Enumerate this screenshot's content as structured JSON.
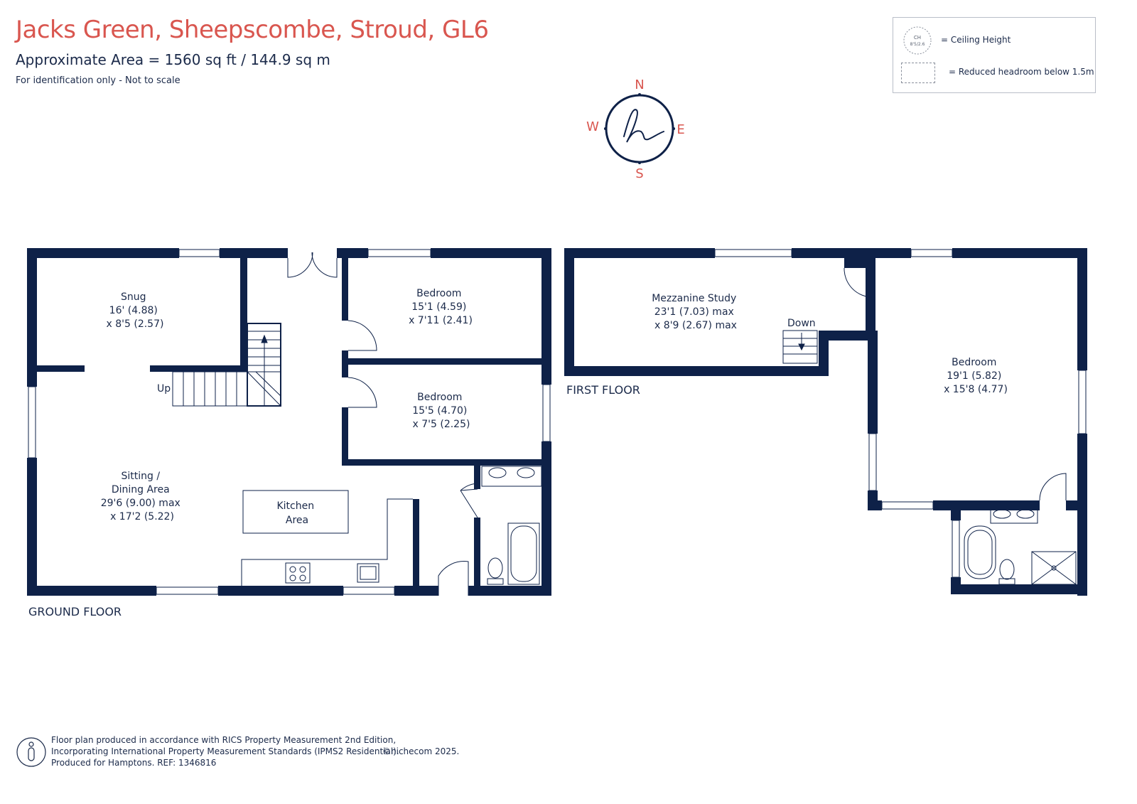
{
  "header": {
    "title": "Jacks Green, Sheepscombe, Stroud, GL6",
    "area": "Approximate Area = 1560 sq ft / 144.9 sq m",
    "identification": "For identification only - Not to scale"
  },
  "legend": {
    "ceiling_height_badge_top": "CH",
    "ceiling_height_badge_bottom": "8'5/2.6",
    "ceiling_height": "= Ceiling Height",
    "reduced_headroom": "= Reduced headroom below 1.5m"
  },
  "compass": {
    "n": "N",
    "e": "E",
    "s": "S",
    "w": "W",
    "logo": "h"
  },
  "ground_floor": {
    "label": "GROUND FLOOR",
    "up": "Up",
    "rooms": {
      "snug": [
        "Snug",
        "16' (4.88)",
        "x 8'5 (2.57)"
      ],
      "bedroom1": [
        "Bedroom",
        "15'1 (4.59)",
        "x 7'11 (2.41)"
      ],
      "bedroom2": [
        "Bedroom",
        "15'5 (4.70)",
        "x 7'5 (2.25)"
      ],
      "sitting": [
        "Sitting /",
        "Dining Area",
        "29'6 (9.00) max",
        "x 17'2 (5.22)"
      ],
      "kitchen": [
        "Kitchen",
        "Area"
      ]
    }
  },
  "first_floor": {
    "label": "FIRST FLOOR",
    "down": "Down",
    "rooms": {
      "study": [
        "Mezzanine Study",
        "23'1 (7.03) max",
        "x 8'9 (2.67) max"
      ],
      "bedroom": [
        "Bedroom",
        "19'1 (5.82)",
        "x 15'8 (4.77)"
      ]
    }
  },
  "footer": {
    "line1": "Floor plan produced in accordance with RICS Property Measurement 2nd Edition,",
    "line2": "Incorporating International Property Measurement Standards (IPMS2 Residential).",
    "copyright": "©nichecom 2025.",
    "line3": "Produced for Hamptons.   REF:  1346816"
  },
  "colors": {
    "wall": "#0e2148",
    "title": "#d9564f",
    "text": "#1b2a4a"
  }
}
